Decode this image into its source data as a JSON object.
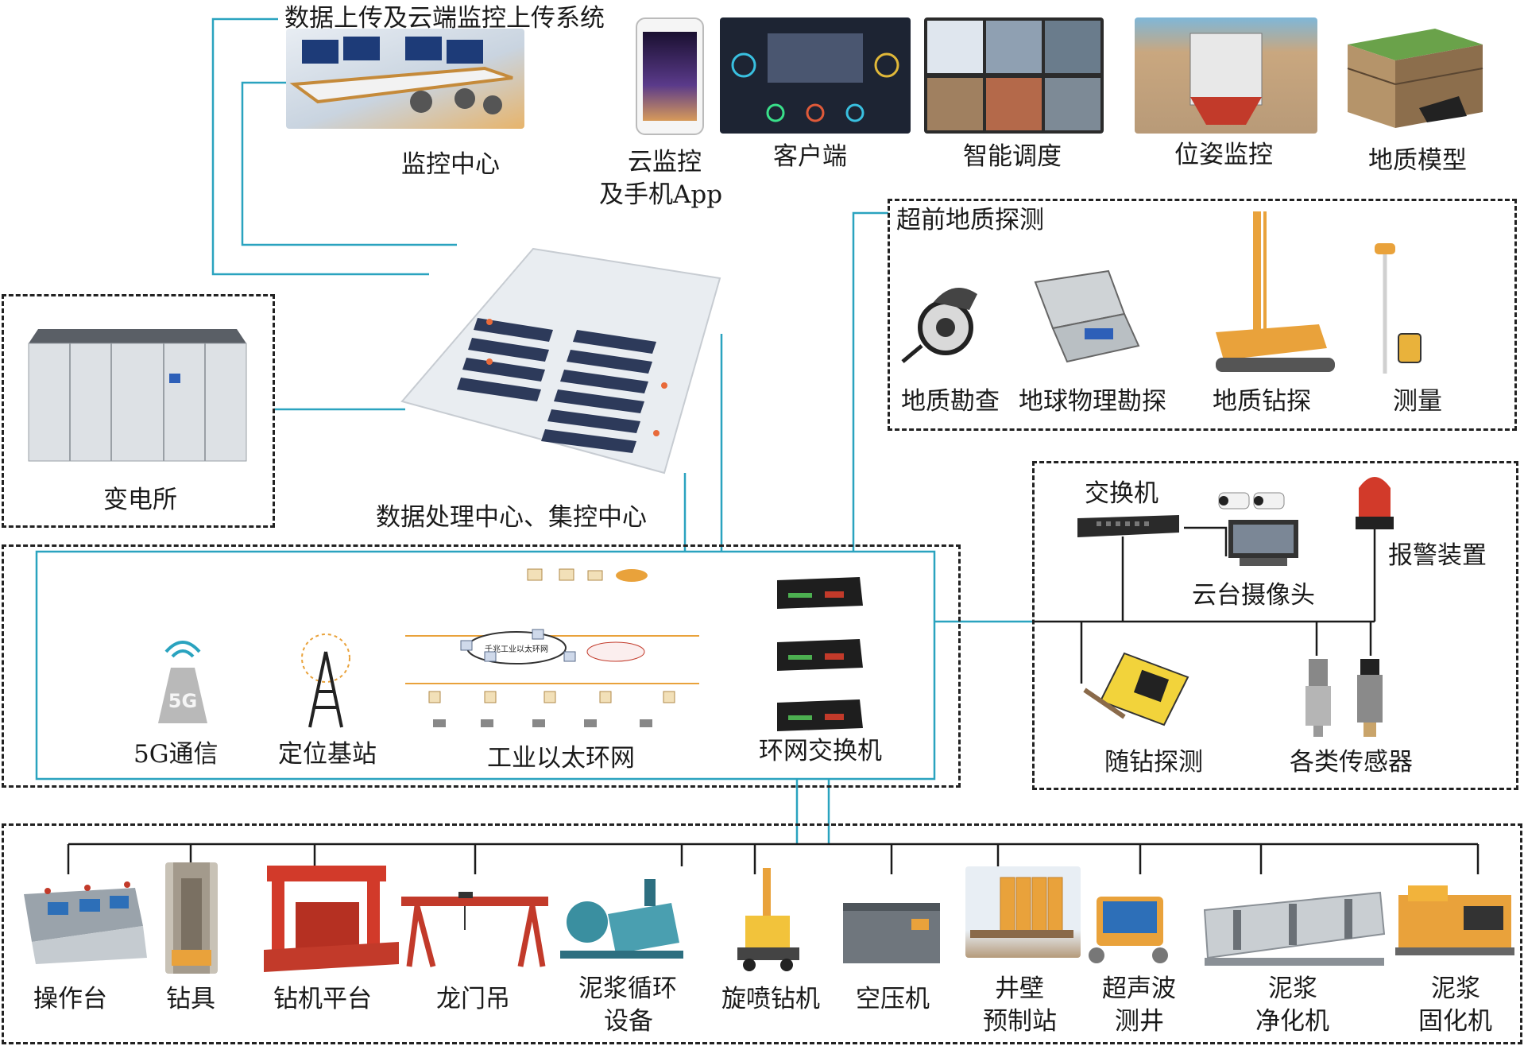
{
  "labels": {
    "upload_system": "数据上传及云端监控上传系统",
    "monitor_center": "监控中心",
    "cloud_monitor_line1": "云监控",
    "cloud_monitor_line2": "及手机App",
    "client": "客户端",
    "smart_dispatch": "智能调度",
    "pose_monitor": "位姿监控",
    "geo_model": "地质模型",
    "advance_geo": "超前地质探测",
    "geo_survey": "地质勘查",
    "geophysics": "地球物理勘探",
    "geo_drilling": "地质钻探",
    "measurement": "测量",
    "substation": "变电所",
    "data_center": "数据处理中心、集控中心",
    "switch": "交换机",
    "alarm": "报警装置",
    "ptz_camera": "云台摄像头",
    "mwd": "随钻探测",
    "sensors": "各类传感器",
    "comm_5g": "5G通信",
    "base_station": "定位基站",
    "ethernet_ring": "工业以太环网",
    "ring_switch": "环网交换机",
    "console": "操作台",
    "drill_tool": "钻具",
    "drill_platform": "钻机平台",
    "gantry_crane": "龙门吊",
    "mud_circ_line1": "泥浆循环",
    "mud_circ_line2": "设备",
    "jet_drill": "旋喷钻机",
    "air_compressor": "空压机",
    "shaft_wall_line1": "井壁",
    "shaft_wall_line2": "预制站",
    "ultrasonic_line1": "超声波",
    "ultrasonic_line2": "测井",
    "mud_purify_line1": "泥浆",
    "mud_purify_line2": "净化机",
    "mud_solid_line1": "泥浆",
    "mud_solid_line2": "固化机",
    "ring_center": "千兆工业以太环网"
  },
  "colors": {
    "wire": "#2aa3bf",
    "dashed_border": "#222222",
    "equipment_orange": "#e9a23b",
    "equipment_red": "#d23a2a",
    "screen_dark": "#1d2433"
  }
}
